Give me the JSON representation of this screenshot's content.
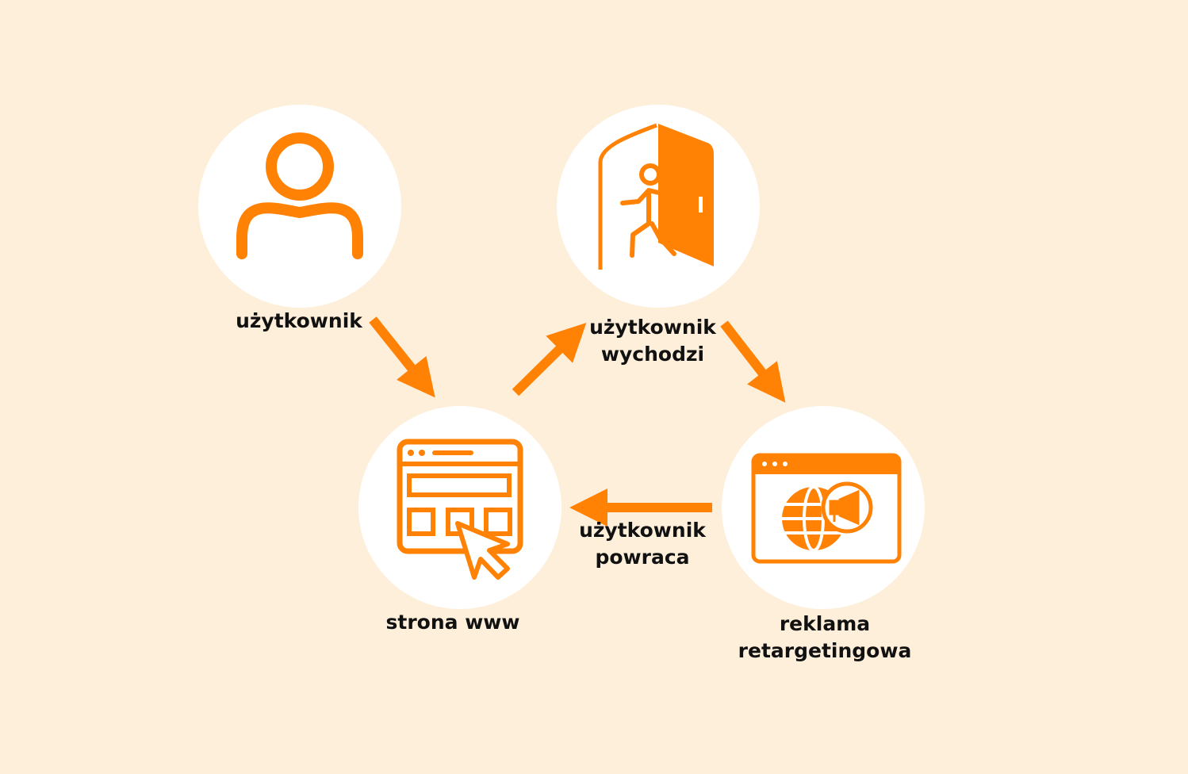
{
  "colors": {
    "background": "#FEEFDA",
    "accent": "#FF8205",
    "circle": "#FFFFFF",
    "text": "#111111"
  },
  "nodes": {
    "user": {
      "label": "użytkownik",
      "icon": "user-icon"
    },
    "exit": {
      "label_line1": "użytkownik",
      "label_line2": "wychodzi",
      "icon": "exit-door-icon"
    },
    "website": {
      "label": "strona www",
      "icon": "website-click-icon"
    },
    "ad": {
      "label_line1": "reklama",
      "label_line2": "retargetingowa",
      "icon": "web-ad-megaphone-icon"
    }
  },
  "edges": {
    "return": {
      "label_line1": "użytkownik",
      "label_line2": "powraca"
    }
  }
}
